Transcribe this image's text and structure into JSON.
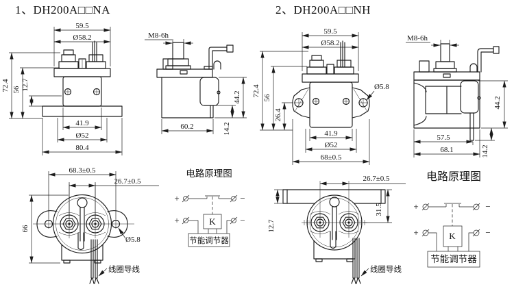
{
  "page": {
    "background": "#ffffff",
    "ink": "#1c1c1c"
  },
  "models": [
    {
      "title": "1、DH200A□□NA",
      "front": {
        "top_width": "59.5",
        "flange_dia": "Ø58.2",
        "total_height": "72.4",
        "body_height": "56",
        "plate_offset": "12.7",
        "terminal_span": "41.9",
        "body_dia": "Ø52",
        "base_width": "80.4"
      },
      "side": {
        "thread": "M8-6h",
        "height": "44.2",
        "depth": "60.2",
        "base_height": "14.2"
      },
      "bottom": {
        "hole_span": "68.3±0.5",
        "terminal_span": "26.7±0.5",
        "height": "66",
        "hole_dia": "Ø5.8",
        "coil_wire_label": "线圈导线"
      }
    },
    {
      "title": "2、DH200A□□NH",
      "front": {
        "top_width": "59.5",
        "flange_dia": "Ø58.2",
        "total_height": "72.4",
        "body_height": "56",
        "ear_offset": "26.4",
        "ear_hole_dia": "Ø5.8",
        "terminal_span": "41.9",
        "body_dia": "Ø52",
        "ear_span": "68±0.5"
      },
      "side": {
        "thread": "M8-6h",
        "height": "44.2",
        "body_depth": "57.5",
        "total_depth": "68.1",
        "base_height": "14.2"
      },
      "bottom": {
        "terminal_span": "26.7±0.5",
        "bracket_height": "12.7",
        "terminal_offset": "31.5",
        "coil_wire_label": "线圈导线"
      }
    }
  ],
  "circuits": [
    {
      "title": "电路原理图",
      "relay": "K",
      "regulator": "节能调节器",
      "plus": "+",
      "minus": "−"
    },
    {
      "title": "电路原理图",
      "relay": "K",
      "regulator": "节能调节器",
      "plus": "+",
      "minus": "−"
    }
  ]
}
